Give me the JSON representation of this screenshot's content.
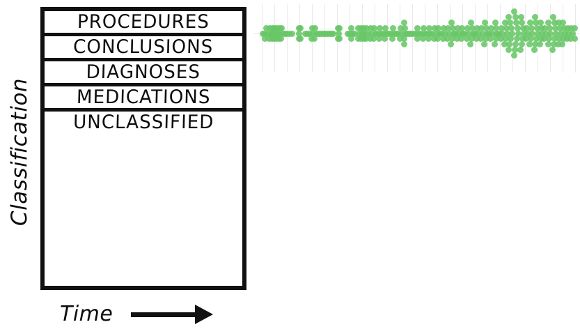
{
  "figure": {
    "kind": "hand-drawn-schematic-with-swarm-plot",
    "background_color": "#ffffff",
    "ink_color": "#111111"
  },
  "axes": {
    "y_axis_label": "Classification",
    "x_axis_label": "Time",
    "x_axis_arrow": "right-arrow"
  },
  "classification_box": {
    "rows": [
      {
        "label": "PROCEDURES"
      },
      {
        "label": "CONCLUSIONS"
      },
      {
        "label": "DIAGNOSES"
      },
      {
        "label": "MEDICATIONS"
      },
      {
        "label": "UNCLASSIFIED"
      }
    ]
  },
  "chart_data": {
    "type": "scatter",
    "title": "",
    "xlabel": "Time",
    "ylabel": "Classification",
    "subtitle": "PROCEDURES row strip plot",
    "grid": true,
    "grid_orientation": "vertical",
    "legend": "none",
    "series": [
      {
        "name": "PROCEDURES",
        "color": "#68c667",
        "marker": "circle",
        "marker_size_px": 9,
        "opacity": 0.88,
        "category_row": "PROCEDURES",
        "point_count": 318,
        "x_range": [
          0,
          100
        ],
        "y_jitter_range": [
          -3.5,
          3.5
        ],
        "points": [
          [
            1.0,
            0.0
          ],
          [
            1.6,
            0.0
          ],
          [
            1.6,
            0.9
          ],
          [
            2.2,
            -0.9
          ],
          [
            2.8,
            0.0
          ],
          [
            3.0,
            0.9
          ],
          [
            3.2,
            -0.9
          ],
          [
            3.6,
            0.0
          ],
          [
            3.8,
            0.9
          ],
          [
            4.0,
            -0.9
          ],
          [
            4.2,
            0.0
          ],
          [
            4.6,
            0.9
          ],
          [
            4.8,
            -0.9
          ],
          [
            5.0,
            0.0
          ],
          [
            5.2,
            0.9
          ],
          [
            5.4,
            -0.9
          ],
          [
            5.6,
            0.0
          ],
          [
            6.0,
            0.9
          ],
          [
            6.2,
            -0.9
          ],
          [
            6.4,
            0.0
          ],
          [
            6.8,
            0.9
          ],
          [
            7.0,
            -0.9
          ],
          [
            7.4,
            0.0
          ],
          [
            8.0,
            0.0
          ],
          [
            8.6,
            0.0
          ],
          [
            9.4,
            0.0
          ],
          [
            10.2,
            0.0
          ],
          [
            12.4,
            0.9
          ],
          [
            12.4,
            -0.9
          ],
          [
            12.6,
            0.0
          ],
          [
            13.0,
            0.9
          ],
          [
            13.0,
            -0.9
          ],
          [
            14.6,
            0.0
          ],
          [
            15.2,
            0.0
          ],
          [
            15.8,
            0.0
          ],
          [
            16.4,
            0.9
          ],
          [
            16.6,
            -0.9
          ],
          [
            17.0,
            0.0
          ],
          [
            17.4,
            0.9
          ],
          [
            17.6,
            -0.9
          ],
          [
            18.0,
            0.0
          ],
          [
            18.6,
            0.0
          ],
          [
            19.2,
            0.0
          ],
          [
            19.8,
            0.0
          ],
          [
            20.4,
            0.0
          ],
          [
            21.0,
            0.0
          ],
          [
            21.6,
            0.0
          ],
          [
            22.2,
            0.0
          ],
          [
            22.8,
            0.0
          ],
          [
            23.4,
            0.0
          ],
          [
            24.8,
            0.9
          ],
          [
            24.8,
            -0.9
          ],
          [
            25.0,
            0.0
          ],
          [
            25.4,
            0.9
          ],
          [
            25.4,
            -0.9
          ],
          [
            28.0,
            0.0
          ],
          [
            28.6,
            0.0
          ],
          [
            29.2,
            0.9
          ],
          [
            29.2,
            -0.9
          ],
          [
            29.6,
            0.0
          ],
          [
            30.2,
            0.0
          ],
          [
            31.4,
            0.9
          ],
          [
            31.4,
            -0.9
          ],
          [
            31.8,
            0.0
          ],
          [
            32.2,
            0.9
          ],
          [
            32.2,
            -0.9
          ],
          [
            32.6,
            0.0
          ],
          [
            33.0,
            0.9
          ],
          [
            33.0,
            -0.9
          ],
          [
            33.4,
            0.0
          ],
          [
            33.8,
            0.9
          ],
          [
            34.0,
            -0.9
          ],
          [
            34.4,
            0.0
          ],
          [
            35.0,
            0.9
          ],
          [
            35.2,
            -0.9
          ],
          [
            35.6,
            0.0
          ],
          [
            36.2,
            0.9
          ],
          [
            36.4,
            -0.9
          ],
          [
            36.8,
            0.0
          ],
          [
            37.4,
            0.0
          ],
          [
            38.0,
            0.9
          ],
          [
            38.2,
            -0.9
          ],
          [
            38.6,
            0.0
          ],
          [
            39.2,
            0.0
          ],
          [
            39.8,
            0.9
          ],
          [
            40.0,
            -0.9
          ],
          [
            40.4,
            0.0
          ],
          [
            41.0,
            0.0
          ],
          [
            41.6,
            0.0
          ],
          [
            42.2,
            0.9
          ],
          [
            42.4,
            -0.9
          ],
          [
            42.8,
            0.0
          ],
          [
            43.4,
            0.0
          ],
          [
            44.0,
            0.0
          ],
          [
            44.6,
            0.9
          ],
          [
            44.8,
            -0.9
          ],
          [
            45.2,
            0.0
          ],
          [
            45.8,
            1.9
          ],
          [
            45.8,
            -1.9
          ],
          [
            46.0,
            0.9
          ],
          [
            46.2,
            -0.9
          ],
          [
            46.4,
            0.0
          ],
          [
            47.0,
            0.0
          ],
          [
            47.6,
            0.0
          ],
          [
            48.2,
            0.0
          ],
          [
            48.8,
            0.0
          ],
          [
            49.4,
            0.0
          ],
          [
            50.0,
            0.9
          ],
          [
            50.2,
            -0.9
          ],
          [
            50.6,
            0.0
          ],
          [
            51.2,
            0.0
          ],
          [
            51.8,
            0.9
          ],
          [
            52.0,
            -0.9
          ],
          [
            52.4,
            0.0
          ],
          [
            53.0,
            0.0
          ],
          [
            53.6,
            0.9
          ],
          [
            53.8,
            -0.9
          ],
          [
            54.2,
            0.0
          ],
          [
            54.8,
            0.0
          ],
          [
            55.4,
            0.9
          ],
          [
            55.6,
            -0.9
          ],
          [
            56.0,
            0.0
          ],
          [
            56.6,
            0.9
          ],
          [
            56.8,
            -0.9
          ],
          [
            57.2,
            0.0
          ],
          [
            57.8,
            0.0
          ],
          [
            58.4,
            0.9
          ],
          [
            58.6,
            -0.9
          ],
          [
            59.0,
            0.0
          ],
          [
            59.6,
            0.9
          ],
          [
            59.8,
            -0.9
          ],
          [
            60.2,
            0.0
          ],
          [
            60.8,
            1.9
          ],
          [
            61.0,
            -1.9
          ],
          [
            61.2,
            0.9
          ],
          [
            61.4,
            -0.9
          ],
          [
            61.6,
            0.0
          ],
          [
            62.2,
            0.0
          ],
          [
            62.8,
            0.9
          ],
          [
            63.0,
            -0.9
          ],
          [
            63.4,
            0.0
          ],
          [
            64.0,
            0.9
          ],
          [
            64.2,
            -0.9
          ],
          [
            64.6,
            0.0
          ],
          [
            65.2,
            0.0
          ],
          [
            65.8,
            0.9
          ],
          [
            66.0,
            -0.9
          ],
          [
            66.4,
            0.0
          ],
          [
            67.0,
            1.9
          ],
          [
            67.2,
            -1.9
          ],
          [
            67.4,
            0.9
          ],
          [
            67.6,
            -0.9
          ],
          [
            67.8,
            0.0
          ],
          [
            68.4,
            0.0
          ],
          [
            69.0,
            0.9
          ],
          [
            69.2,
            -0.9
          ],
          [
            69.6,
            0.0
          ],
          [
            70.2,
            0.9
          ],
          [
            70.4,
            -0.9
          ],
          [
            70.8,
            0.0
          ],
          [
            71.4,
            1.9
          ],
          [
            71.6,
            -1.9
          ],
          [
            71.8,
            0.9
          ],
          [
            72.0,
            -0.9
          ],
          [
            72.2,
            0.0
          ],
          [
            72.8,
            0.0
          ],
          [
            73.4,
            0.9
          ],
          [
            73.6,
            -0.9
          ],
          [
            74.0,
            0.0
          ],
          [
            74.6,
            1.9
          ],
          [
            74.8,
            -1.9
          ],
          [
            75.0,
            0.9
          ],
          [
            75.2,
            -0.9
          ],
          [
            75.4,
            0.0
          ],
          [
            76.0,
            0.0
          ],
          [
            76.6,
            0.9
          ],
          [
            76.8,
            -0.9
          ],
          [
            77.2,
            0.0
          ],
          [
            77.8,
            1.9
          ],
          [
            78.0,
            -1.9
          ],
          [
            78.2,
            0.9
          ],
          [
            78.4,
            -0.9
          ],
          [
            78.6,
            0.0
          ],
          [
            79.2,
            2.9
          ],
          [
            79.2,
            -2.9
          ],
          [
            79.4,
            1.9
          ],
          [
            79.6,
            -1.9
          ],
          [
            79.8,
            0.9
          ],
          [
            80.0,
            -0.9
          ],
          [
            80.2,
            0.0
          ],
          [
            80.8,
            3.9
          ],
          [
            80.8,
            -3.9
          ],
          [
            81.0,
            2.9
          ],
          [
            81.2,
            -2.9
          ],
          [
            81.4,
            1.9
          ],
          [
            81.6,
            -1.9
          ],
          [
            81.8,
            0.9
          ],
          [
            82.0,
            -0.9
          ],
          [
            82.2,
            0.0
          ],
          [
            82.8,
            2.9
          ],
          [
            83.0,
            -2.9
          ],
          [
            83.2,
            1.9
          ],
          [
            83.4,
            -1.9
          ],
          [
            83.6,
            0.9
          ],
          [
            83.8,
            -0.9
          ],
          [
            84.0,
            0.0
          ],
          [
            84.6,
            0.9
          ],
          [
            84.8,
            -0.9
          ],
          [
            85.2,
            0.0
          ],
          [
            85.8,
            1.9
          ],
          [
            86.0,
            -1.9
          ],
          [
            86.2,
            0.9
          ],
          [
            86.4,
            -0.9
          ],
          [
            86.6,
            0.0
          ],
          [
            87.2,
            2.9
          ],
          [
            87.4,
            -2.9
          ],
          [
            87.6,
            1.9
          ],
          [
            87.8,
            -1.9
          ],
          [
            88.0,
            0.9
          ],
          [
            88.2,
            -0.9
          ],
          [
            88.4,
            0.0
          ],
          [
            89.0,
            1.9
          ],
          [
            89.2,
            -1.9
          ],
          [
            89.4,
            0.9
          ],
          [
            89.6,
            -0.9
          ],
          [
            89.8,
            0.0
          ],
          [
            90.4,
            0.9
          ],
          [
            90.6,
            -0.9
          ],
          [
            91.0,
            0.0
          ],
          [
            91.6,
            1.9
          ],
          [
            91.8,
            -1.9
          ],
          [
            92.0,
            0.9
          ],
          [
            92.2,
            -0.9
          ],
          [
            92.4,
            0.0
          ],
          [
            93.0,
            2.9
          ],
          [
            93.2,
            -2.9
          ],
          [
            93.4,
            1.9
          ],
          [
            93.6,
            -1.9
          ],
          [
            93.8,
            0.9
          ],
          [
            94.0,
            -0.9
          ],
          [
            94.2,
            0.0
          ],
          [
            94.8,
            1.9
          ],
          [
            95.0,
            -1.9
          ],
          [
            95.2,
            0.9
          ],
          [
            95.4,
            -0.9
          ],
          [
            95.6,
            0.0
          ],
          [
            96.2,
            1.9
          ],
          [
            96.4,
            -1.9
          ],
          [
            96.6,
            0.9
          ],
          [
            96.8,
            -0.9
          ],
          [
            97.0,
            0.0
          ],
          [
            97.6,
            0.9
          ],
          [
            97.8,
            -0.9
          ],
          [
            98.2,
            0.0
          ],
          [
            98.8,
            0.9
          ],
          [
            99.0,
            -0.9
          ],
          [
            99.4,
            0.0
          ],
          [
            100.0,
            0.9
          ],
          [
            100.0,
            -0.9
          ]
        ]
      }
    ],
    "gridline_count": 26,
    "gridline_color": "#e9e9e9",
    "baseline_color": "#e4e4e4"
  }
}
